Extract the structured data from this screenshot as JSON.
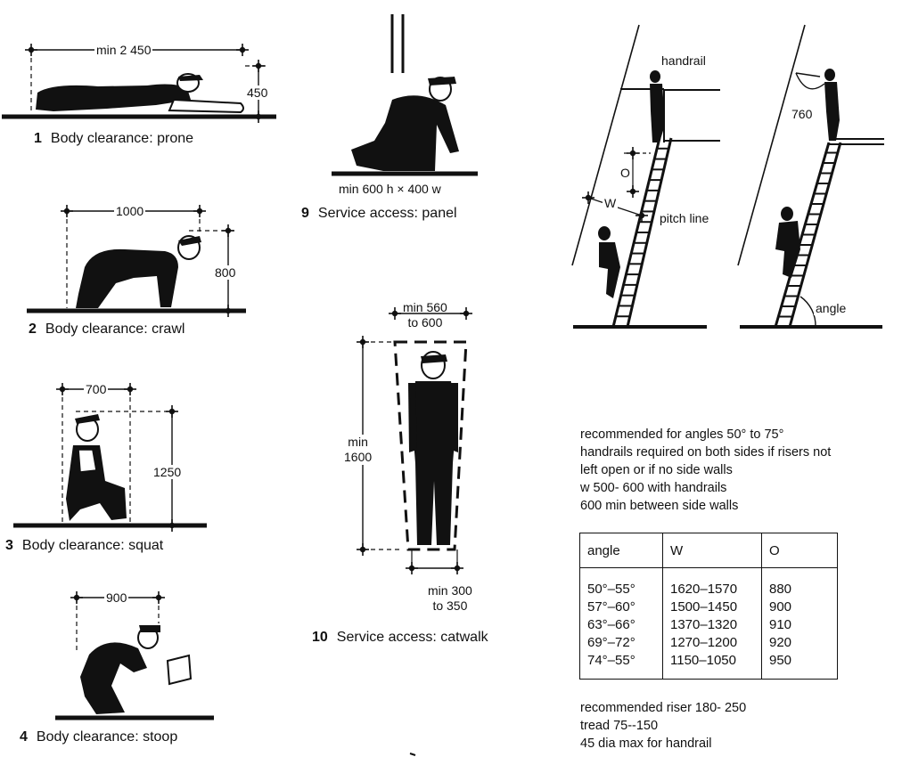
{
  "figures": {
    "f1": {
      "num": "1",
      "caption": "Body clearance:  prone",
      "dim_width": "min 2 450",
      "dim_height": "450"
    },
    "f2": {
      "num": "2",
      "caption": "Body clearance:  crawl",
      "dim_width": "1000",
      "dim_height": "800"
    },
    "f3": {
      "num": "3",
      "caption": "Body clearance:  squat",
      "dim_width": "700",
      "dim_height": "1250"
    },
    "f4": {
      "num": "4",
      "caption": "Body clearance:  stoop",
      "dim_width": "900"
    },
    "f9": {
      "num": "9",
      "caption": "Service access:  panel",
      "dim": "min 600 h × 400 w"
    },
    "f10": {
      "num": "10",
      "caption": "Service access:  catwalk",
      "dim_top_1": "min 560",
      "dim_top_2": "to 600",
      "dim_left_1": "min",
      "dim_left_2": "1600",
      "dim_bottom_1": "min 300",
      "dim_bottom_2": "to 350"
    }
  },
  "ladder": {
    "handrail": "handrail",
    "o": "O",
    "w": "W",
    "pitch_line": "pitch line",
    "dim_760": "760",
    "angle": "angle"
  },
  "notes": {
    "line1": "recommended for angles 50° to 75°",
    "line2": "handrails required on both sides if risers not",
    "line3": "left open or if no side walls",
    "line4": "w  500- 600 with handrails",
    "line5": "600 min between side walls",
    "foot1": "recommended riser 180- 250",
    "foot2": "tread 75--150",
    "foot3": "45 dia max for handrail"
  },
  "table": {
    "headers": [
      "angle",
      "W",
      "O"
    ],
    "rows": [
      [
        "50°–55°",
        "1620–1570",
        "880"
      ],
      [
        "57°–60°",
        "1500–1450",
        "900"
      ],
      [
        "63°–66°",
        "1370–1320",
        "910"
      ],
      [
        "69°–72°",
        "1270–1200",
        "920"
      ],
      [
        "74°–55°",
        "1150–1050",
        "950"
      ]
    ]
  }
}
